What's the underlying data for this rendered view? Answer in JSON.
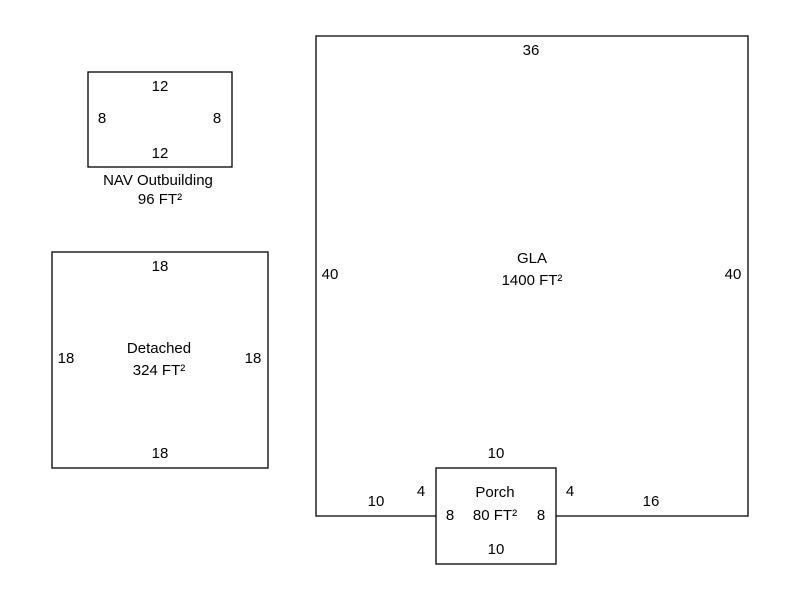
{
  "areas": {
    "nav": {
      "name": "NAV Outbuilding",
      "area": "96 FT²",
      "top": "12",
      "bottom": "12",
      "left": "8",
      "right": "8"
    },
    "detached": {
      "name": "Detached",
      "area": "324 FT²",
      "top": "18",
      "bottom": "18",
      "left": "18",
      "right": "18"
    },
    "gla": {
      "name": "GLA",
      "area": "1400 FT²",
      "top": "36",
      "left": "40",
      "right": "40",
      "bottom_left": "10",
      "bottom_right": "16"
    },
    "porch": {
      "name": "Porch",
      "area": "80 FT²",
      "top": "10",
      "bottom": "10",
      "left": "8",
      "right": "8",
      "offset_left": "4",
      "offset_right": "4"
    }
  },
  "colors": {
    "line": "#000000",
    "background": "#ffffff"
  }
}
